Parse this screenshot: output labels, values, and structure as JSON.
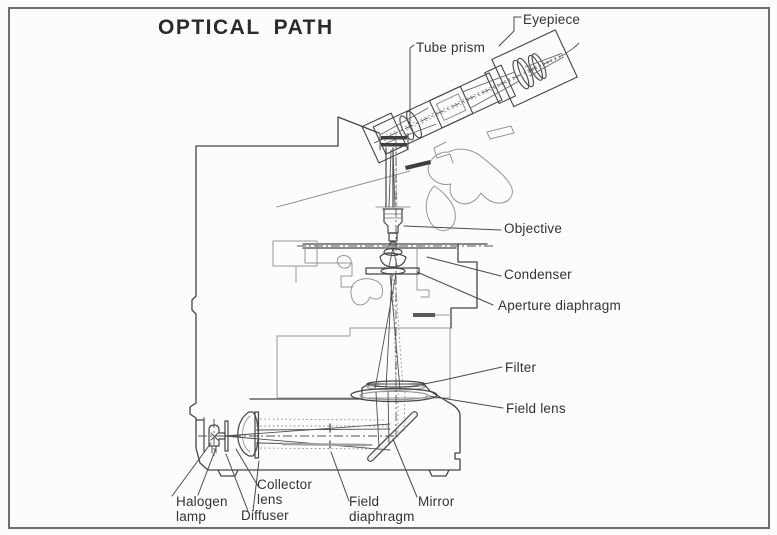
{
  "figure": {
    "title": "OPTICAL PATH",
    "labels": {
      "eyepiece": "Eyepiece",
      "tube_prism": "Tube prism",
      "objective": "Objective",
      "condenser": "Condenser",
      "aperture_diaphragm": "Aperture diaphragm",
      "filter": "Filter",
      "field_lens": "Field lens",
      "halogen_lamp": "Halogen lamp",
      "diffuser": "Diffuser",
      "collector_lens": "Collector lens",
      "field_diaphragm": "Field diaphragm",
      "mirror": "Mirror"
    },
    "colors": {
      "background": "#fcfcfb",
      "frame": "#6d6d6d",
      "line_dark": "#454545",
      "line_light": "#979797",
      "text": "#333333"
    }
  }
}
